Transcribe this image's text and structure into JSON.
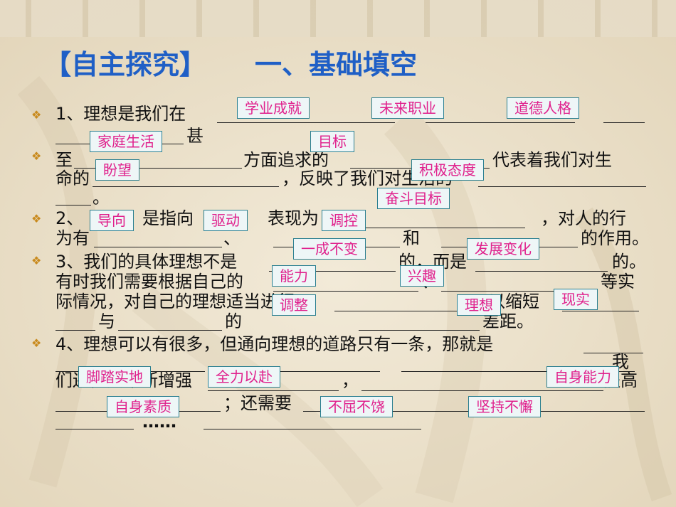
{
  "header": {
    "section_label": "【自主探究】",
    "title": "一、基础填空"
  },
  "bullet_icon": "diamond-bullet-icon",
  "q1": {
    "line1": "1、理想是我们在",
    "line1b": "甚",
    "line2": "至",
    "line2b": "方面追求的",
    "line2c": "代表着我们对生",
    "line3": "命的",
    "line3b": "，反映了我们对生活的",
    "line4": "。"
  },
  "q2": {
    "line1": "2、",
    "line1b": "是指向",
    "line1c": "表现为",
    "line1d": "，对人的行",
    "line2": "为有",
    "line2b": "、",
    "line2c": "和",
    "line2d": "的作用。"
  },
  "q3": {
    "line1": "3、我们的具体理想不是",
    "line1b": "的，而是",
    "line1c": "的。",
    "line2": "有时我们需要根据自己的",
    "line2b": "、",
    "line2c": "等实",
    "line3": "际情况，对自己的理想适当进行",
    "line3b": "以缩短",
    "line4": "与",
    "line4b": "的",
    "line4c": "差距。"
  },
  "q4": {
    "line1": "4、理想可以有很多，但通向理想的道路只有一条，那就是",
    "line1b": "我",
    "line2": "们还需要不断增强",
    "line2b": "，",
    "line2c": "提高",
    "line3": "；还需要",
    "line4": "……"
  },
  "answers": {
    "a1": "学业成就",
    "a2": "未来职业",
    "a3": "道德人格",
    "a4": "家庭生活",
    "a5": "目标",
    "a6": "盼望",
    "a7": "积极态度",
    "a8": "奋斗目标",
    "a9": "导向",
    "a10": "驱动",
    "a11": "调控",
    "a12": "一成不变",
    "a13": "发展变化",
    "a14": "能力",
    "a15": "兴趣",
    "a16": "调整",
    "a17": "理想",
    "a18": "现实",
    "a19": "脚踏实地",
    "a20": "全力以赴",
    "a21": "自身能力",
    "a22": "自身素质",
    "a23": "不屈不饶",
    "a24": "坚持不懈"
  }
}
